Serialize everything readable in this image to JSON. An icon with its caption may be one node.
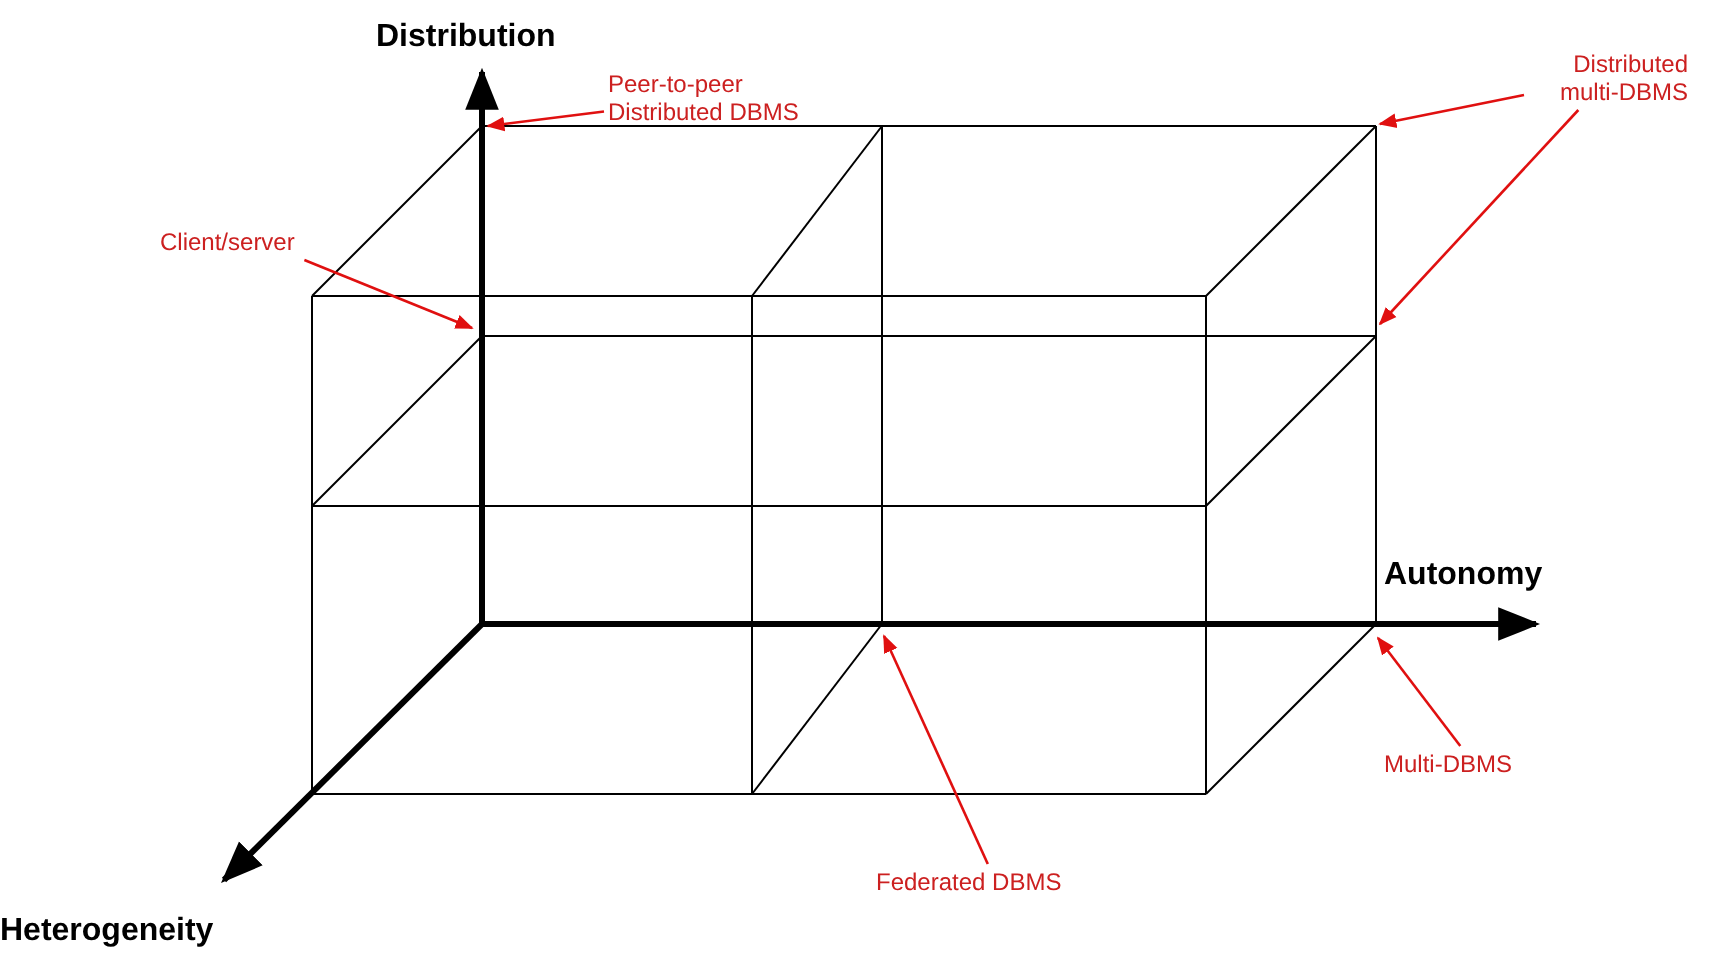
{
  "diagram": {
    "nodes": [
      {
        "text": [
          "Peer-to-peer Distributed DBMS"
        ]
      },
      {
        "text": [
          "Distributed multi-DBMS"
        ]
      },
      {
        "text": [
          "Client/server"
        ]
      },
      {
        "text": [
          "Multi-DBMS"
        ]
      },
      {
        "text": [
          "Federated DBMS"
        ]
      }
    ],
    "edges": [
      {
        "from": 0,
        "to": null,
        "arrow": "to"
      },
      {
        "from": 1,
        "to": null,
        "arrow": "to"
      },
      {
        "from": 2,
        "to": null,
        "arrow": "to"
      },
      {
        "from": 1,
        "to": null,
        "arrow": "to"
      },
      {
        "from": 3,
        "to": null,
        "arrow": "to"
      },
      {
        "from": 4,
        "to": null,
        "arrow": "to"
      }
    ],
    "labels": [
      "Distribution",
      "Autonomy",
      "Heterogeneity"
    ]
  }
}
